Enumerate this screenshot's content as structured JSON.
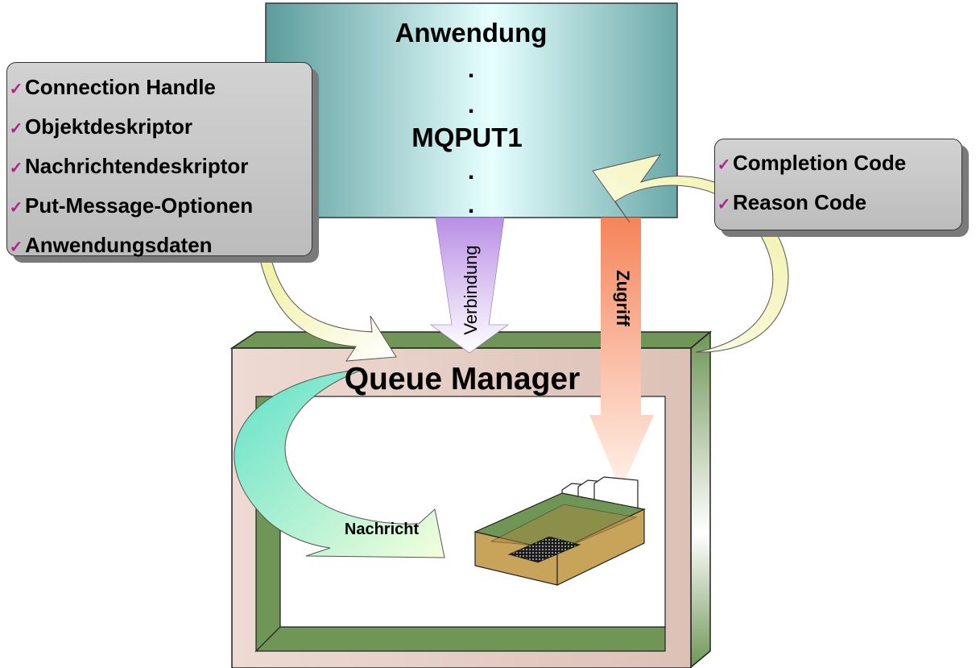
{
  "app": {
    "title": "Anwendung",
    "call": "MQPUT1",
    "dot": "."
  },
  "inputs": {
    "items": [
      {
        "check": "✓",
        "label": "Connection Handle"
      },
      {
        "check": "✓",
        "label": "Objektdeskriptor"
      },
      {
        "check": "✓",
        "label": "Nachrichtendeskriptor"
      },
      {
        "check": "✓",
        "label": "Put-Message-Optionen"
      },
      {
        "check": "✓",
        "label": "Anwendungsdaten"
      }
    ]
  },
  "outputs": {
    "items": [
      {
        "check": "✓",
        "label": "Completion Code"
      },
      {
        "check": "✓",
        "label": "Reason Code"
      }
    ]
  },
  "flows": {
    "connection": "Verbindung",
    "access": "Zugriff",
    "message": "Nachricht"
  },
  "queue_manager": {
    "title": "Queue Manager"
  },
  "colors": {
    "application_box": "#9ccfcf",
    "frame_green": "#6f9656",
    "queue_box": "#c8a35a",
    "connection_arrow": "#b98fe6",
    "access_arrow": "#f59a6e",
    "message_arrow": "#7fe6c8",
    "check": "#b0208a"
  }
}
